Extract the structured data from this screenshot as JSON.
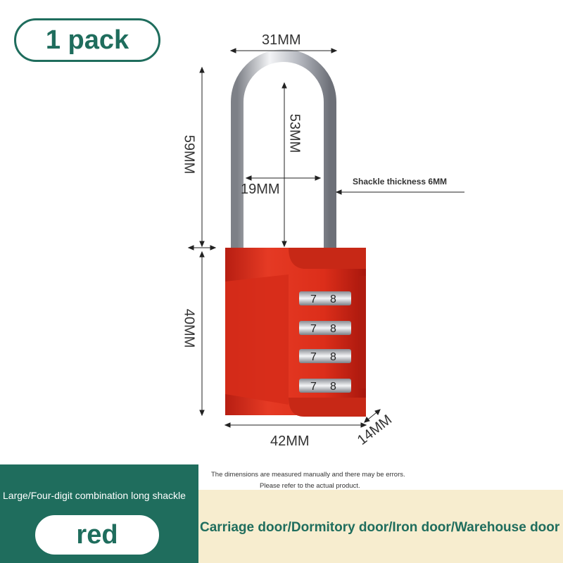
{
  "badge": {
    "pack_label": "1 pack"
  },
  "dimensions": {
    "shackle_width": "31MM",
    "shackle_inner_height": "53MM",
    "inner_width": "19MM",
    "shackle_thickness": "Shackle thickness 6MM",
    "total_shackle_height": "59MM",
    "body_height": "40MM",
    "body_width": "42MM",
    "body_depth": "14MM"
  },
  "lock": {
    "dial_digits": [
      "7",
      "8"
    ],
    "dial_count": 4,
    "body_color": "#e0301e",
    "shackle_color": "#c9ccd2"
  },
  "note": {
    "line1": "The dimensions are measured manually and there may be errors.",
    "line2": "Please refer to the actual product."
  },
  "footer": {
    "title": "Large/Four-digit combination long shackle",
    "color_label": "red",
    "usage": "Carriage door/Dormitory door/Iron door/Warehouse door etc."
  },
  "theme": {
    "green": "#1f6d5d",
    "cream": "#f7edcf"
  }
}
